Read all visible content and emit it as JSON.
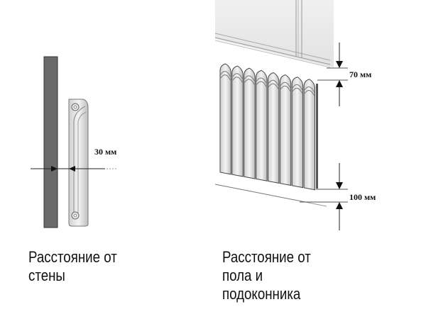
{
  "left": {
    "dimension_label": "30 мм",
    "caption": [
      "Расстояние от",
      "стены"
    ]
  },
  "right": {
    "top_dimension_label": "70 мм",
    "bottom_dimension_label": "100 мм",
    "caption": [
      "Расстояние от",
      "пола и",
      "подоконника"
    ],
    "radiator_sections": 8
  },
  "colors": {
    "wall": "#6a6a6a",
    "line": "#222222"
  }
}
